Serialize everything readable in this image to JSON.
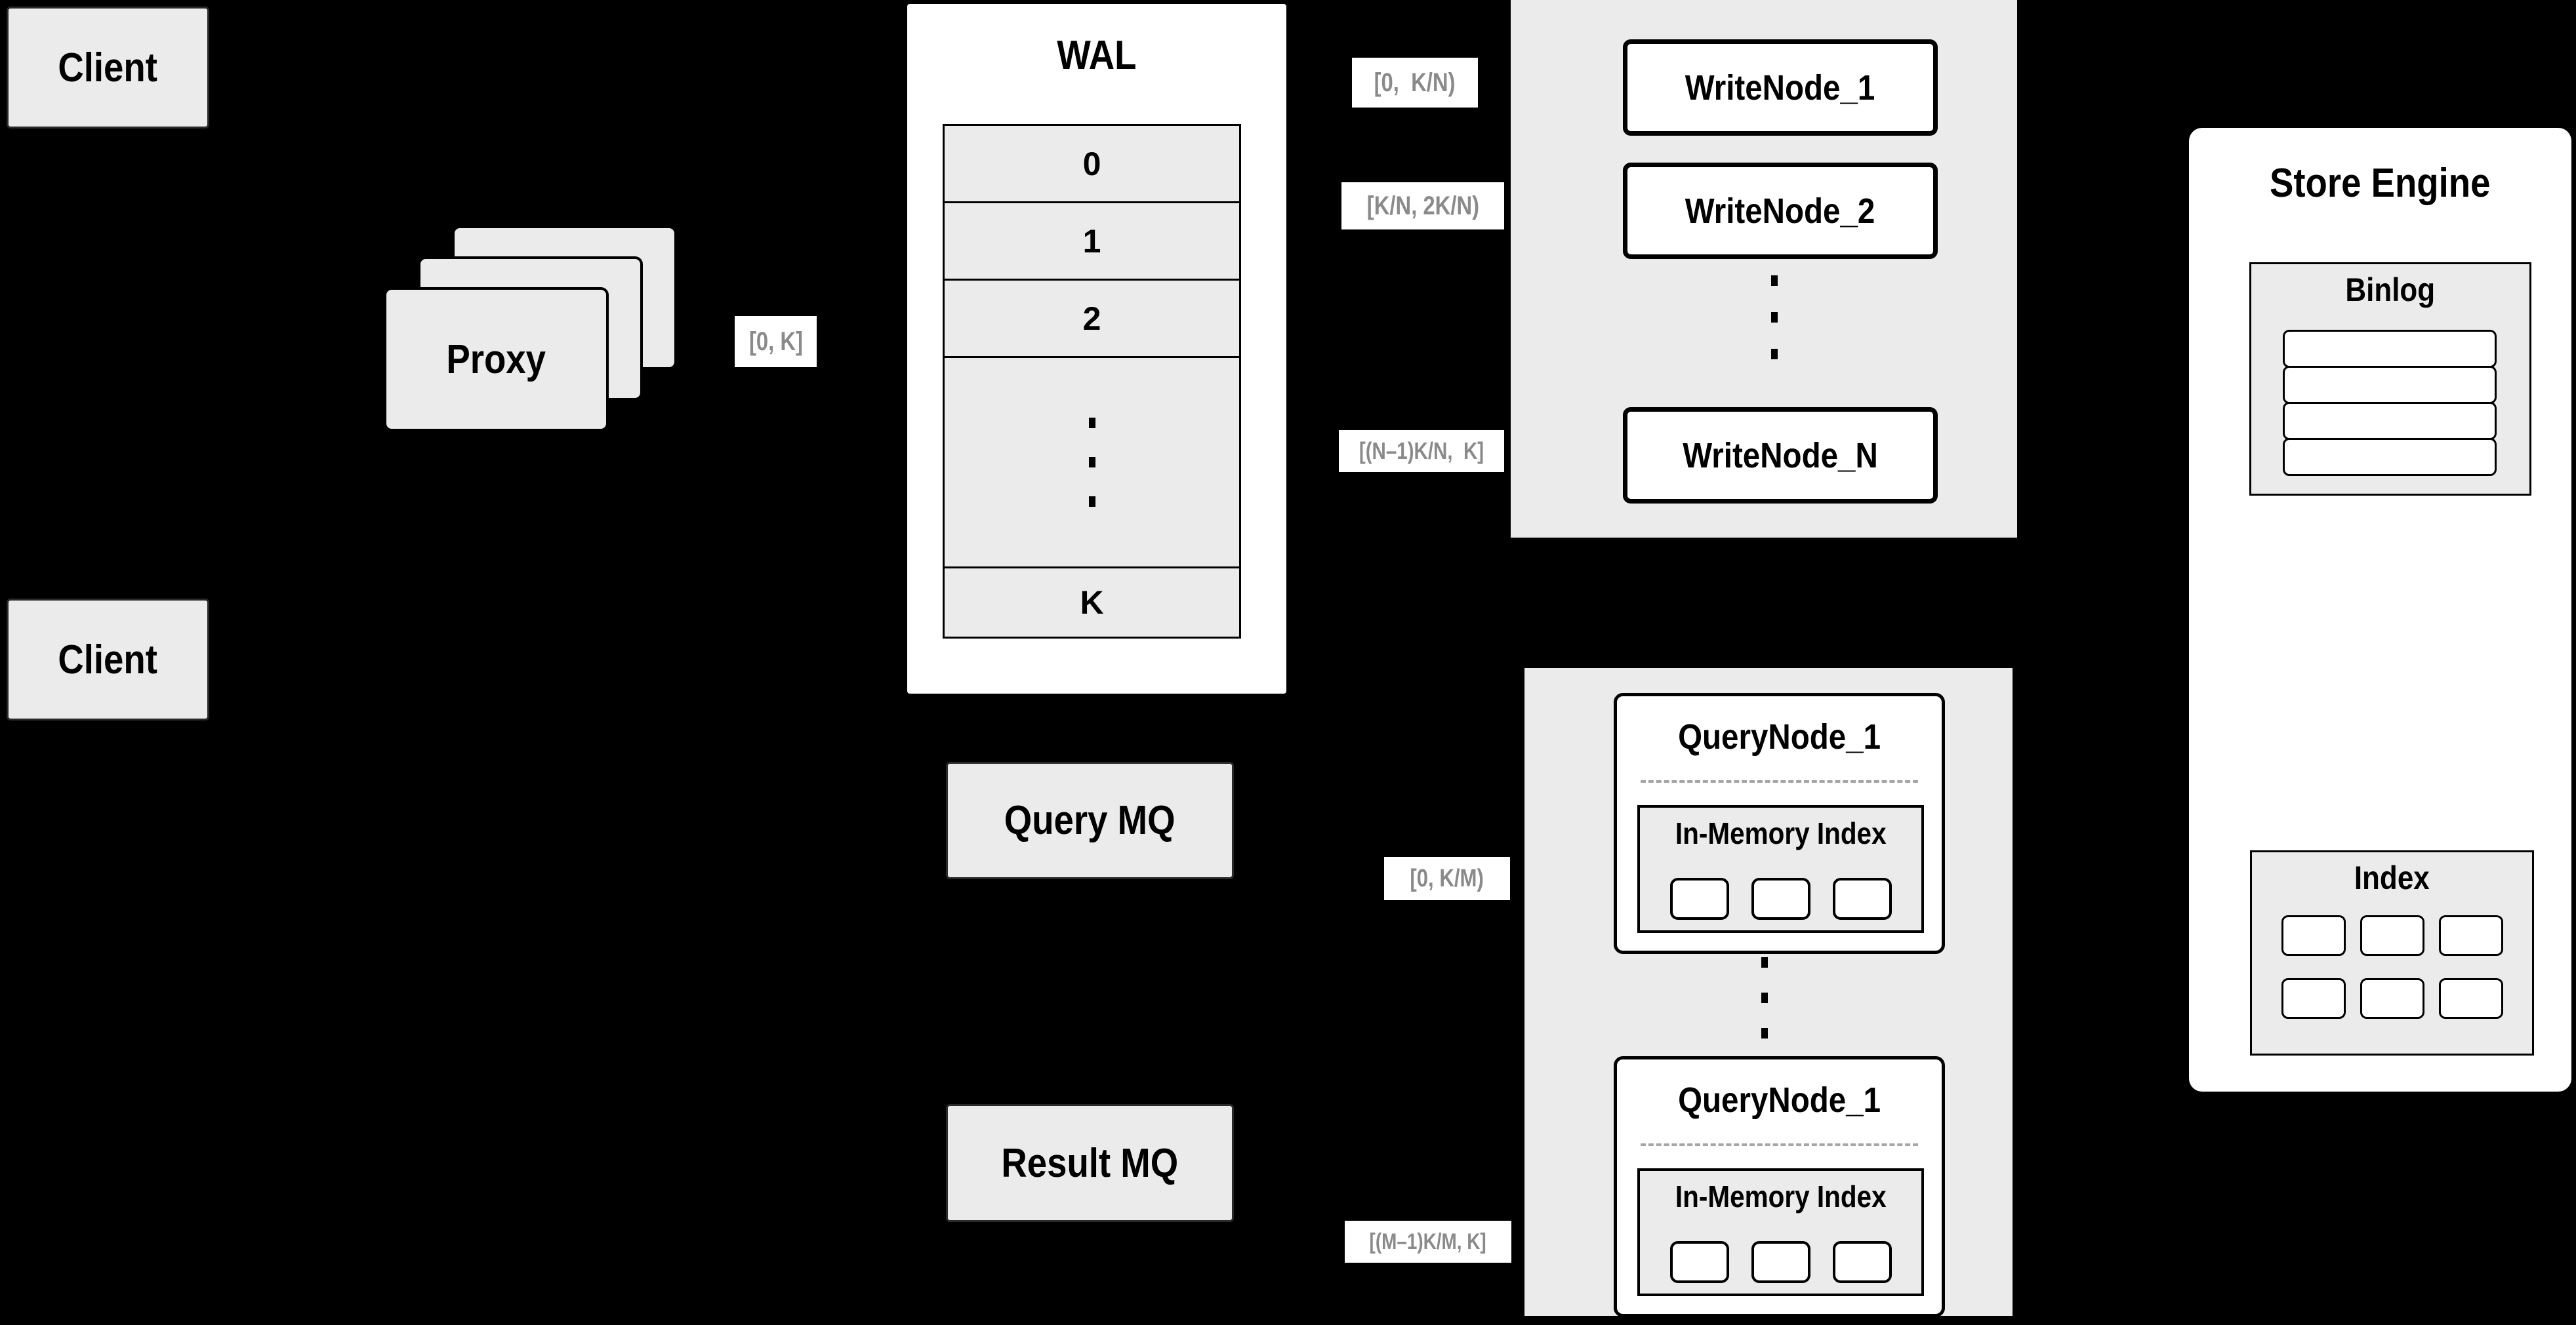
{
  "colors": {
    "background": "#000000",
    "panel_gray": "#ebebeb",
    "box_white": "#ffffff",
    "line_black": "#000000",
    "range_label_text": "#8a8a8a"
  },
  "clients": {
    "top": "Client",
    "bottom": "Client"
  },
  "proxy": {
    "label": "Proxy"
  },
  "wal": {
    "title": "WAL",
    "slots": [
      "0",
      "1",
      "2"
    ],
    "last_slot": "K"
  },
  "range_labels": {
    "proxy_out": "[0, K]",
    "write_1": "[0,  K/N)",
    "write_2": "[K/N, 2K/N)",
    "write_n": "[(N–1)K/N,  K]",
    "query_first": "[0, K/M)",
    "query_last": "[(M–1)K/M, K]"
  },
  "write_nodes": [
    "WriteNode_1",
    "WriteNode_2",
    "WriteNode_N"
  ],
  "query_nodes": {
    "top": {
      "title": "QueryNode_1",
      "index_label": "In-Memory Index"
    },
    "bottom": {
      "title": "QueryNode_1",
      "index_label": "In-Memory Index"
    }
  },
  "message_queues": {
    "query": "Query MQ",
    "result": "Result MQ"
  },
  "store_engine": {
    "title": "Store Engine",
    "binlog_title": "Binlog",
    "index_title": "Index"
  }
}
